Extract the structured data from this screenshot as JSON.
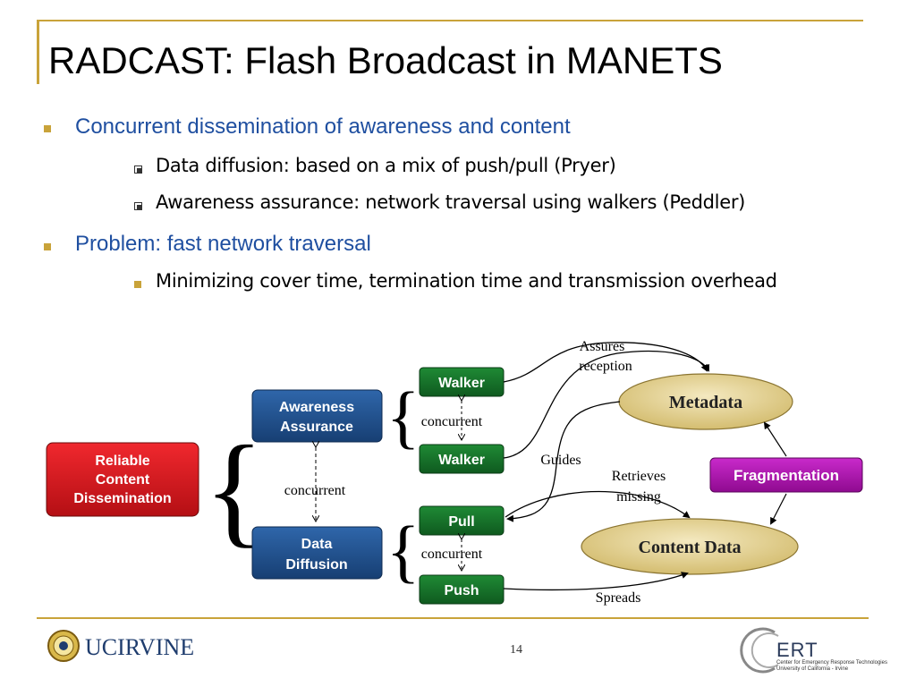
{
  "slide": {
    "title": "RADCAST: Flash Broadcast in MANETS",
    "bullets": [
      {
        "text": "Concurrent dissemination of awareness and content"
      },
      {
        "text": "Data diffusion: based on a mix of push/pull (Pryer)"
      },
      {
        "text": "Awareness assurance: network traversal using walkers (Peddler)"
      },
      {
        "text": "Problem: fast network traversal"
      },
      {
        "text": "Minimizing cover time, termination time and transmission overhead"
      }
    ],
    "page_number": "14"
  },
  "diagram": {
    "reliable": [
      "Reliable",
      "Content",
      "Dissemination"
    ],
    "awareness": [
      "Awareness",
      "Assurance"
    ],
    "diffusion": [
      "Data",
      "Diffusion"
    ],
    "walker1": "Walker",
    "walker2": "Walker",
    "pull": "Pull",
    "push": "Push",
    "metadata": "Metadata",
    "content": "Content Data",
    "fragmentation": "Fragmentation",
    "concurrent_main": "concurrent",
    "concurrent_walkers": "concurrent",
    "concurrent_pushpull": "concurrent",
    "assures": [
      "Assures",
      "reception"
    ],
    "guides": "Guides",
    "retrieves": [
      "Retrieves",
      "missing"
    ],
    "spreads": "Spreads"
  },
  "footer": {
    "uci_logo": "UCIRVINE",
    "ert_logo": "ERT",
    "ert_subtitle": [
      "Center for Emergency Response Technologies",
      "University of California - Irvine"
    ]
  },
  "colors": {
    "accent_gold": "#c9a33a",
    "bullet_blue": "#1f4fa0",
    "red_box": "#d4141c",
    "blue_box": "#1f4e8c",
    "green_box": "#17702a",
    "magenta_box": "#b10fb1",
    "gold_ellipse": "#e7d69a"
  }
}
